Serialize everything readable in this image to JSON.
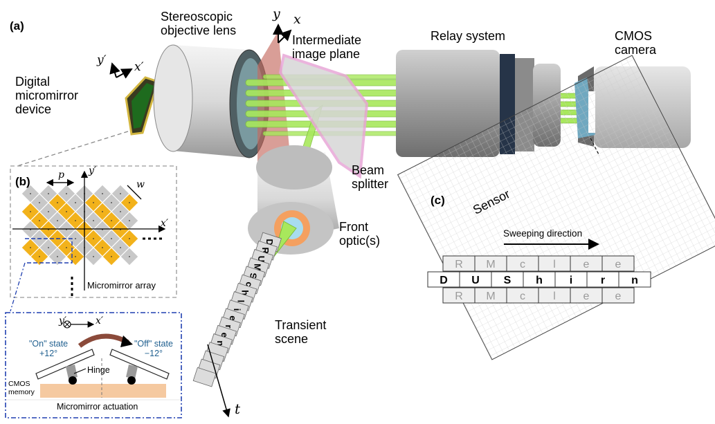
{
  "panels": {
    "a": "(a)",
    "b": "(b)",
    "c": "(c)"
  },
  "labels": {
    "objective": "Stereoscopic\nobjective lens",
    "intermediate": "Intermediate\nimage plane",
    "relay": "Relay system",
    "cmos_camera": "CMOS\ncamera",
    "dmd": "Digital\nmicromirror\ndevice",
    "beam_splitter": "Beam\nsplitter",
    "front_optics": "Front\noptic(s)",
    "transient": "Transient\nscene",
    "sensor": "Sensor",
    "sweeping": "Sweeping direction",
    "micromirror_array": "Micromirror array",
    "on_state": "\"On\" state\n+12°",
    "off_state": "\"Off\" state\n−12°",
    "hinge": "Hinge",
    "cmos_memory": "CMOS\nmemory",
    "actuation": "Micromirror actuation"
  },
  "axes": {
    "y": "y",
    "x": "x",
    "yp": "y′",
    "xp": "x′",
    "t": "t",
    "p": "p",
    "w": "w"
  },
  "sensor_rows": {
    "top": [
      "R",
      "M",
      "c",
      "l",
      "e",
      "e"
    ],
    "middle": [
      "D",
      "U",
      "S",
      "h",
      "i",
      "r",
      "n"
    ],
    "bottom": [
      "R",
      "M",
      "c",
      "l",
      "e",
      "e"
    ]
  },
  "scene_strip": [
    "D",
    "R",
    "U",
    "M",
    "S",
    "c",
    "h",
    "l",
    "i",
    "e",
    "r",
    "e",
    "n"
  ],
  "colors": {
    "mirror_on": "#f2b21b",
    "mirror_off": "#c8c8c8",
    "beam": "#9de04a",
    "dmd_green": "#1e6b1e",
    "pink_plane": "#e8a7d8",
    "brown_arrow": "#8b4a3a"
  }
}
